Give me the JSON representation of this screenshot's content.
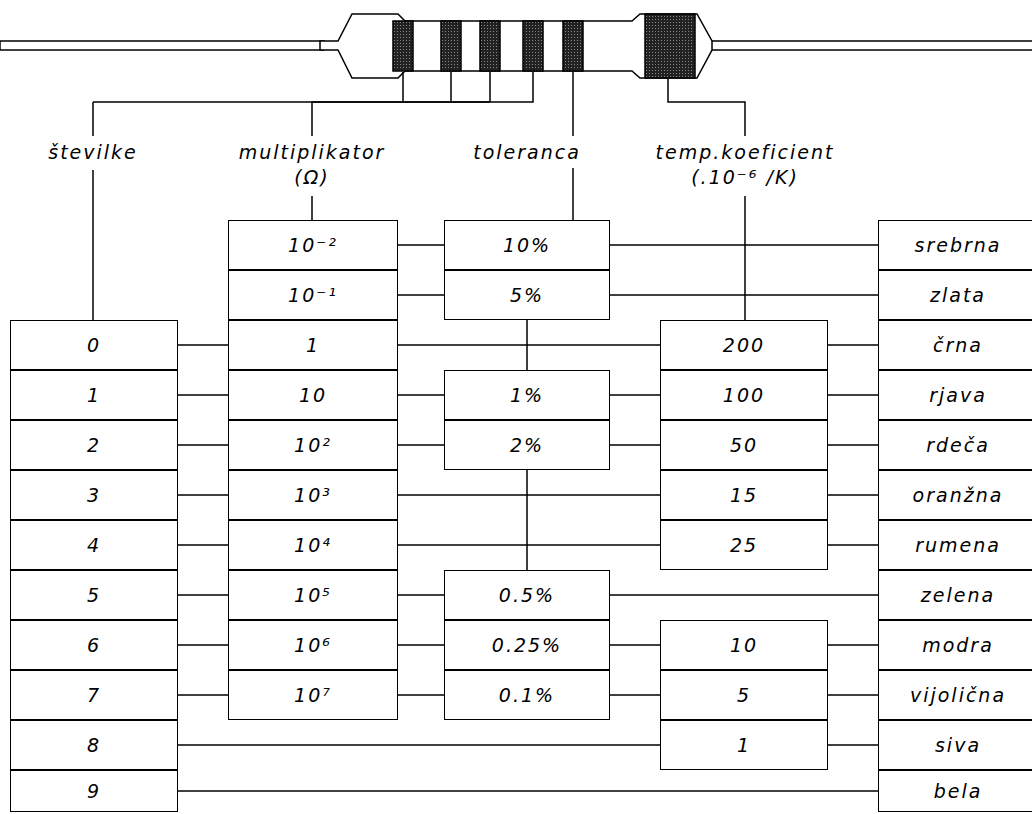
{
  "diagram": {
    "nodes": [
      {
        "text": [
          "0"
        ]
      },
      {
        "text": [
          "1"
        ]
      },
      {
        "text": [
          "2"
        ]
      },
      {
        "text": [
          "3"
        ]
      },
      {
        "text": [
          "4"
        ]
      },
      {
        "text": [
          "5"
        ]
      },
      {
        "text": [
          "6"
        ]
      },
      {
        "text": [
          "7"
        ]
      },
      {
        "text": [
          "8"
        ]
      },
      {
        "text": [
          "9"
        ]
      },
      {
        "text": [
          "10⁻²"
        ]
      },
      {
        "text": [
          "10⁻¹"
        ]
      },
      {
        "text": [
          "1"
        ]
      },
      {
        "text": [
          "10"
        ]
      },
      {
        "text": [
          "10²"
        ]
      },
      {
        "text": [
          "10³"
        ]
      },
      {
        "text": [
          "10⁴"
        ]
      },
      {
        "text": [
          "10⁵"
        ]
      },
      {
        "text": [
          "10⁶"
        ]
      },
      {
        "text": [
          "10⁷"
        ]
      },
      {
        "text": [
          "10%"
        ]
      },
      {
        "text": [
          "5%"
        ]
      },
      {
        "text": [
          "1%"
        ]
      },
      {
        "text": [
          "2%"
        ]
      },
      {
        "text": [
          "0.5%"
        ]
      },
      {
        "text": [
          "0.25%"
        ]
      },
      {
        "text": [
          "0.1%"
        ]
      },
      {
        "text": [
          "200"
        ]
      },
      {
        "text": [
          "100"
        ]
      },
      {
        "text": [
          "50"
        ]
      },
      {
        "text": [
          "15"
        ]
      },
      {
        "text": [
          "25"
        ]
      },
      {
        "text": [
          "10"
        ]
      },
      {
        "text": [
          "5"
        ]
      },
      {
        "text": [
          "1"
        ]
      },
      {
        "text": [
          "srebrna"
        ]
      },
      {
        "text": [
          "zlata"
        ]
      },
      {
        "text": [
          "črna"
        ]
      },
      {
        "text": [
          "rjava"
        ]
      },
      {
        "text": [
          "rdeča"
        ]
      },
      {
        "text": [
          "oranžna"
        ]
      },
      {
        "text": [
          "rumena"
        ]
      },
      {
        "text": [
          "zelena"
        ]
      },
      {
        "text": [
          "modra"
        ]
      },
      {
        "text": [
          "vijolična"
        ]
      },
      {
        "text": [
          "siva"
        ]
      },
      {
        "text": [
          "bela"
        ]
      }
    ],
    "edges": [
      {
        "from": 10,
        "to": 20,
        "arrow": "none"
      },
      {
        "from": 20,
        "to": 35,
        "arrow": "none"
      },
      {
        "from": 11,
        "to": 21,
        "arrow": "none"
      },
      {
        "from": 21,
        "to": 36,
        "arrow": "none"
      },
      {
        "from": 0,
        "to": 12,
        "arrow": "none"
      },
      {
        "from": 12,
        "to": 27,
        "arrow": "none"
      },
      {
        "from": 27,
        "to": 37,
        "arrow": "none"
      },
      {
        "from": 1,
        "to": 13,
        "arrow": "none"
      },
      {
        "from": 13,
        "to": 22,
        "arrow": "none"
      },
      {
        "from": 22,
        "to": 28,
        "arrow": "none"
      },
      {
        "from": 28,
        "to": 38,
        "arrow": "none"
      },
      {
        "from": 2,
        "to": 14,
        "arrow": "none"
      },
      {
        "from": 14,
        "to": 23,
        "arrow": "none"
      },
      {
        "from": 23,
        "to": 29,
        "arrow": "none"
      },
      {
        "from": 29,
        "to": 39,
        "arrow": "none"
      },
      {
        "from": 3,
        "to": 15,
        "arrow": "none"
      },
      {
        "from": 15,
        "to": 30,
        "arrow": "none"
      },
      {
        "from": 30,
        "to": 40,
        "arrow": "none"
      },
      {
        "from": 4,
        "to": 16,
        "arrow": "none"
      },
      {
        "from": 16,
        "to": 31,
        "arrow": "none"
      },
      {
        "from": 31,
        "to": 41,
        "arrow": "none"
      },
      {
        "from": 5,
        "to": 17,
        "arrow": "none"
      },
      {
        "from": 17,
        "to": 24,
        "arrow": "none"
      },
      {
        "from": 24,
        "to": 42,
        "arrow": "none"
      },
      {
        "from": 6,
        "to": 18,
        "arrow": "none"
      },
      {
        "from": 18,
        "to": 25,
        "arrow": "none"
      },
      {
        "from": 25,
        "to": 32,
        "arrow": "none"
      },
      {
        "from": 32,
        "to": 43,
        "arrow": "none"
      },
      {
        "from": 7,
        "to": 19,
        "arrow": "none"
      },
      {
        "from": 19,
        "to": 26,
        "arrow": "none"
      },
      {
        "from": 26,
        "to": 33,
        "arrow": "none"
      },
      {
        "from": 33,
        "to": 44,
        "arrow": "none"
      },
      {
        "from": 8,
        "to": 34,
        "arrow": "none"
      },
      {
        "from": 34,
        "to": 45,
        "arrow": "none"
      },
      {
        "from": 9,
        "to": 46,
        "arrow": "none"
      }
    ],
    "labels": [
      "številke",
      "multiplikator (Ω)",
      "toleranca",
      "temp.koeficient (.10⁻⁶ /K)"
    ]
  }
}
